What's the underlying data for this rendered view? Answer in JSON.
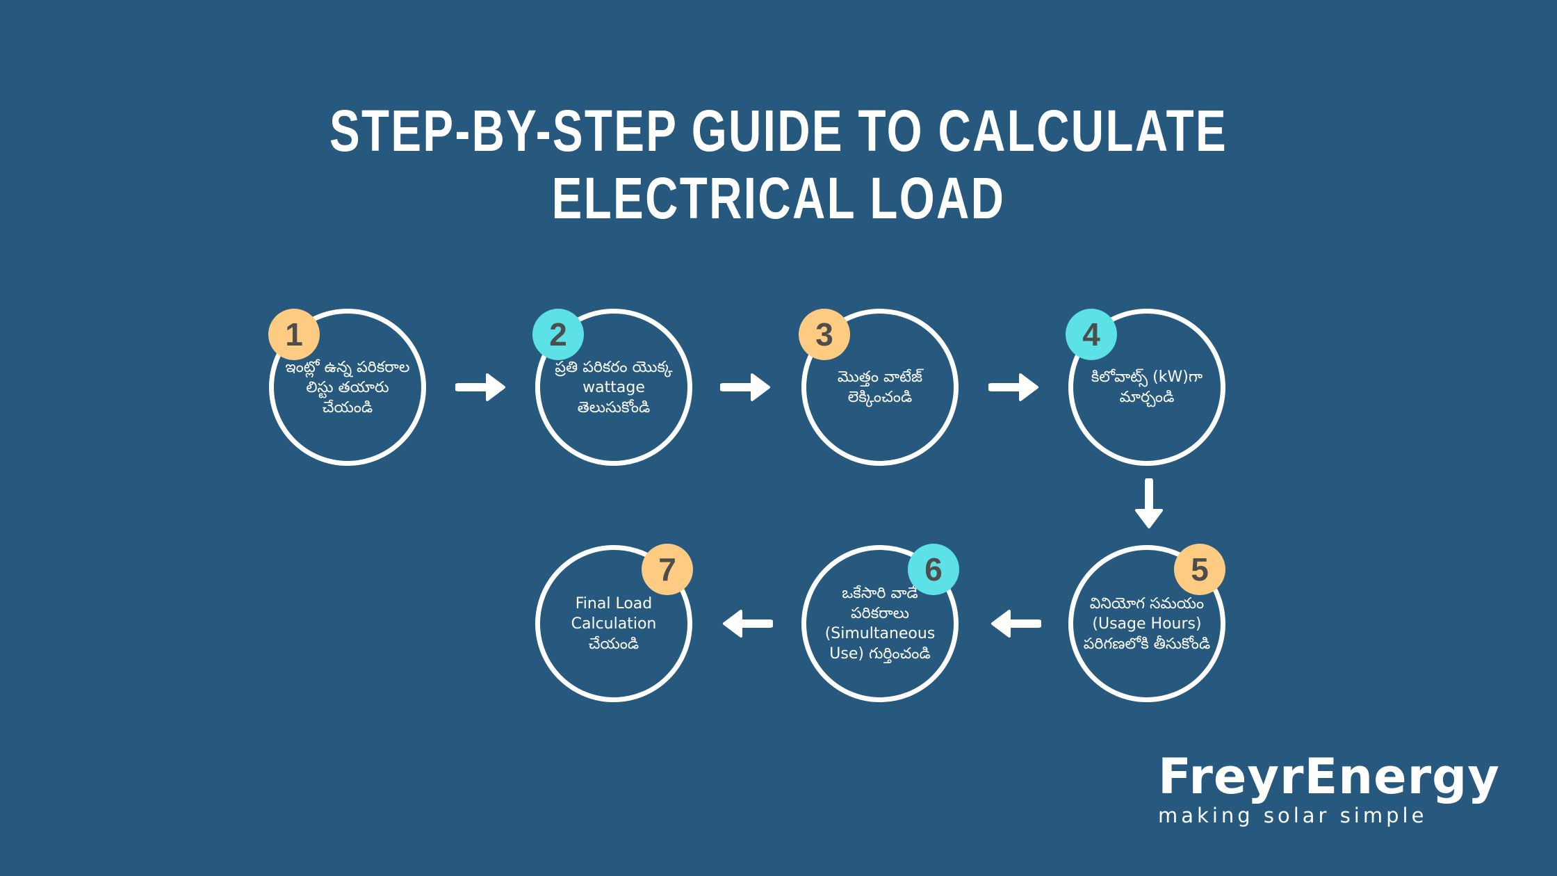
{
  "title": "STEP-BY-STEP GUIDE TO CALCULATE ELECTRICAL LOAD",
  "colors": {
    "background": "#27597e",
    "badge_orange": "#fdcb82",
    "badge_cyan": "#5ce1e6",
    "badge_number": "#4d4d4d"
  },
  "steps": [
    {
      "number": "1",
      "text": "ఇంట్లో ఉన్న పరికరాల లిస్టు తయారు చేయండి",
      "badge_color": "#fdcb82"
    },
    {
      "number": "2",
      "text": "ప్రతి పరికరం యొక్క wattage తెలుసుకోండి",
      "badge_color": "#5ce1e6"
    },
    {
      "number": "3",
      "text": "మొత్తం వాటేజ్ లెక్కించండి",
      "badge_color": "#fdcb82"
    },
    {
      "number": "4",
      "text": "కిలోవాట్స్ (kW)గా మార్చండి",
      "badge_color": "#5ce1e6"
    },
    {
      "number": "5",
      "text": "వినియోగ సమయం (Usage Hours) పరిగణలోకి తీసుకోండి",
      "badge_color": "#fdcb82"
    },
    {
      "number": "6",
      "text": "ఒకేసారి వాడే పరికరాలు (Simultaneous Use) గుర్తించండి",
      "badge_color": "#5ce1e6"
    },
    {
      "number": "7",
      "text": "Final Load Calculation చేయండి",
      "badge_color": "#fdcb82"
    }
  ],
  "logo": {
    "name": "FreyrEnergy",
    "tagline": "making solar simple"
  }
}
